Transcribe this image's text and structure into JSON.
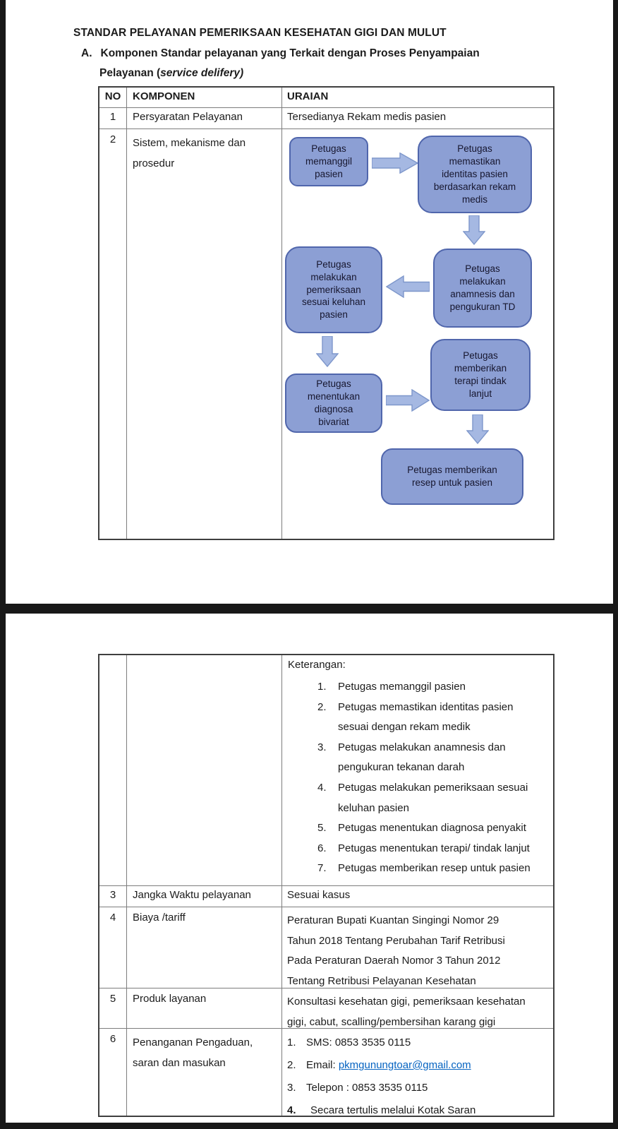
{
  "document": {
    "title": "STANDAR PELAYANAN PEMERIKSAAN KESEHATAN GIGI DAN MULUT",
    "heading": {
      "letter": "A.",
      "line1": "Komponen Standar pelayanan yang Terkait dengan Proses Penyampaian",
      "line2_plain": "Pelayanan (",
      "line2_italic": "service delifery)"
    }
  },
  "table1": {
    "headers": {
      "no": "NO",
      "komponen": "KOMPONEN",
      "uraian": "URAIAN"
    },
    "row1": {
      "no": "1",
      "komponen": "Persyaratan Pelayanan",
      "uraian": "Tersedianya Rekam medis pasien"
    },
    "row2": {
      "no": "2",
      "komponen_lines": [
        "Sistem, mekanisme dan",
        "prosedur"
      ]
    }
  },
  "flowchart": {
    "colors": {
      "box_fill": "#8c9fd4",
      "box_border": "#5066ac",
      "arrow_fill": "#a5b8e2",
      "arrow_border": "#7e97cb"
    },
    "box_call": [
      "Petugas",
      "memanggil",
      "pasien"
    ],
    "box_verify": [
      "Petugas",
      "memastikan",
      "identitas pasien",
      "berdasarkan rekam",
      "medis"
    ],
    "box_anamnesis": [
      "Petugas",
      "melakukan",
      "anamnesis dan",
      "pengukuran TD"
    ],
    "box_examine": [
      "Petugas",
      "melakukan",
      "pemeriksaan",
      "sesuai keluhan",
      "pasien"
    ],
    "box_diagnose": [
      "Petugas",
      "menentukan",
      "diagnosa",
      "bivariat"
    ],
    "box_therapy": [
      "Petugas",
      "memberikan",
      "terapi tindak",
      "lanjut"
    ],
    "box_prescription": [
      "Petugas memberikan",
      "resep untuk pasien"
    ]
  },
  "table2": {
    "keterangan": {
      "title": "Keterangan:",
      "items": [
        {
          "num": "1.",
          "lines": [
            "Petugas memanggil pasien"
          ]
        },
        {
          "num": "2.",
          "lines": [
            "Petugas memastikan identitas pasien",
            "sesuai dengan rekam medik"
          ]
        },
        {
          "num": "3.",
          "lines": [
            "Petugas melakukan anamnesis dan",
            "pengukuran tekanan darah"
          ]
        },
        {
          "num": "4.",
          "lines": [
            "Petugas melakukan pemeriksaan sesuai",
            "keluhan pasien"
          ]
        },
        {
          "num": "5.",
          "lines": [
            "Petugas menentukan diagnosa penyakit"
          ]
        },
        {
          "num": "6.",
          "lines": [
            "Petugas menentukan terapi/ tindak lanjut"
          ]
        },
        {
          "num": "7.",
          "lines": [
            "Petugas memberikan resep untuk pasien"
          ]
        }
      ]
    },
    "row3": {
      "no": "3",
      "komponen": "Jangka Waktu pelayanan",
      "uraian": "Sesuai kasus"
    },
    "row4": {
      "no": "4",
      "komponen": "Biaya /tariff",
      "uraian_lines": [
        "Peraturan Bupati Kuantan Singingi Nomor 29",
        "Tahun 2018 Tentang Perubahan Tarif Retribusi",
        "Pada Peraturan Daerah Nomor 3 Tahun 2012",
        "Tentang Retribusi Pelayanan Kesehatan"
      ]
    },
    "row5": {
      "no": "5",
      "komponen": "Produk layanan",
      "uraian_lines": [
        "Konsultasi kesehatan gigi, pemeriksaan kesehatan",
        "gigi, cabut, scalling/pembersihan karang gigi"
      ]
    },
    "row6": {
      "no": "6",
      "komponen_lines": [
        "Penanganan Pengaduan,",
        "saran dan masukan"
      ],
      "item1": {
        "num": "1.",
        "text": "SMS: 0853 3535 0115"
      },
      "item2": {
        "num": "2.",
        "prefix": "Email: ",
        "link": "pkmgunungtoar@gmail.com"
      },
      "item3": {
        "num": "3.",
        "text": "Telepon : 0853 3535 0115"
      },
      "item4": {
        "num": "4.",
        "text": "Secara tertulis melalui Kotak Saran"
      }
    }
  }
}
